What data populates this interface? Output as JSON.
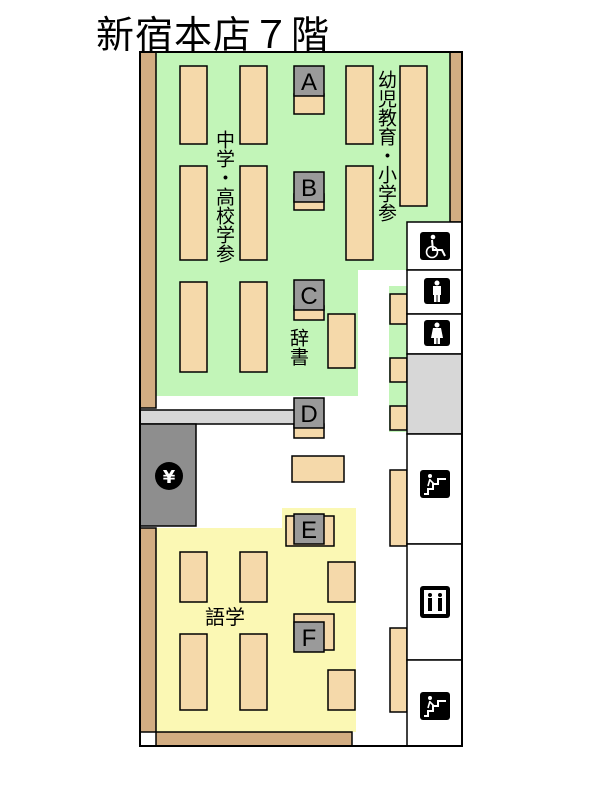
{
  "title": "新宿本店７階",
  "sections": {
    "middle_high": "中学・高校学参",
    "infant": "幼児教育・小学参",
    "dictionary": "辞書",
    "language": "語学"
  },
  "zones": [
    "A",
    "B",
    "C",
    "D",
    "E",
    "F"
  ],
  "facilities": {
    "accessible_restroom": "wheelchair-icon",
    "mens_restroom": "man-icon",
    "womens_restroom": "woman-icon",
    "cashier": "yen-icon",
    "cashier_symbol": "¥",
    "stairs_upper": "stairs-icon",
    "elevator": "elevator-icon",
    "stairs_lower": "stairs-icon"
  },
  "colors": {
    "green_area": "#c2f5b8",
    "yellow_area": "#fbf8b4",
    "shelf": "#f5d9aa",
    "wall": "#d2ad82",
    "cashier": "#8e8e8e",
    "zone_marker": "#9a9a9a"
  }
}
